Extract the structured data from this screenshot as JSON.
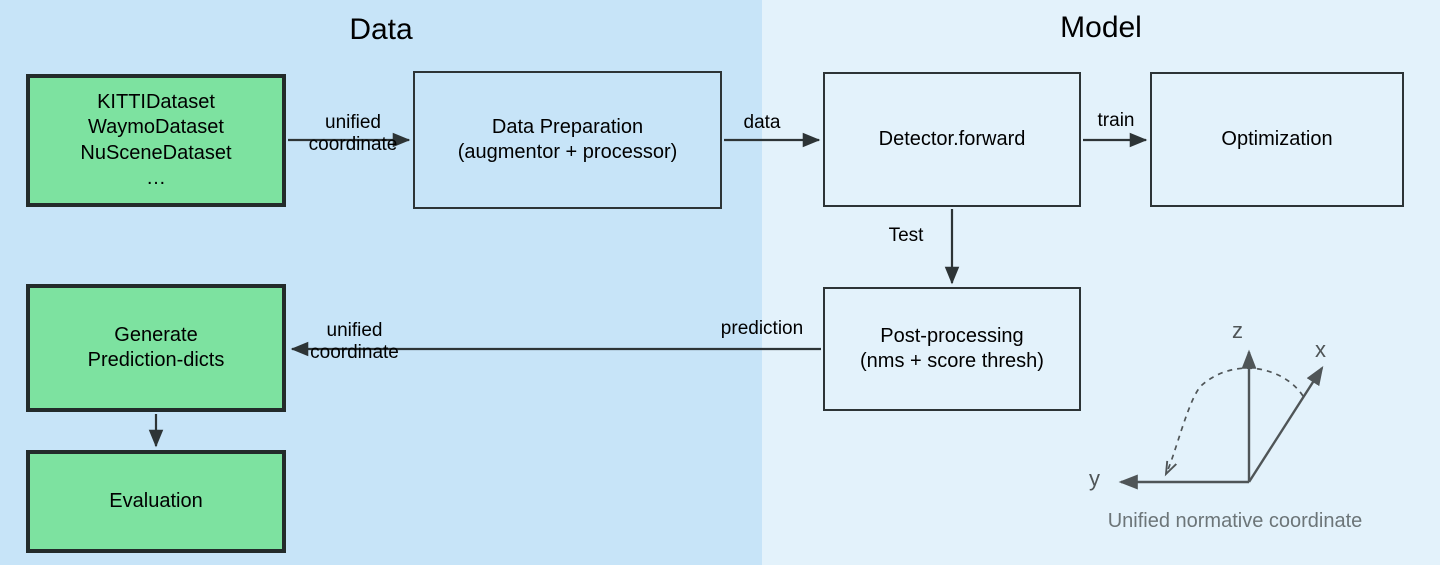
{
  "sections": [
    {
      "id": "data",
      "title": "Data",
      "bg_color": "#c7e4f8"
    },
    {
      "id": "model",
      "title": "Model",
      "bg_color": "#e3f2fb"
    }
  ],
  "nodes": [
    {
      "id": "datasets",
      "label": "KITTIDataset\nWaymoDataset\nNuSceneDataset\n…",
      "style": "green",
      "fill": "#7de2a0",
      "section": "data"
    },
    {
      "id": "data-preparation",
      "label": "Data Preparation\n(augmentor + processor)",
      "style": "plain",
      "section": "data"
    },
    {
      "id": "detector-forward",
      "label": "Detector.forward",
      "style": "plain",
      "section": "model"
    },
    {
      "id": "optimization",
      "label": "Optimization",
      "style": "plain",
      "section": "model"
    },
    {
      "id": "post-processing",
      "label": "Post-processing\n(nms + score thresh)",
      "style": "plain",
      "section": "model"
    },
    {
      "id": "generate-prediction-dicts",
      "label": "Generate\nPrediction-dicts",
      "style": "green",
      "fill": "#7de2a0",
      "section": "data"
    },
    {
      "id": "evaluation",
      "label": "Evaluation",
      "style": "green",
      "fill": "#7de2a0",
      "section": "data"
    }
  ],
  "edges": [
    {
      "id": "datasets-to-dataprep",
      "label": "unified\ncoordinate",
      "from": "datasets",
      "to": "data-preparation"
    },
    {
      "id": "dataprep-to-detector",
      "label": "data",
      "from": "data-preparation",
      "to": "detector-forward"
    },
    {
      "id": "detector-to-optimization",
      "label": "train",
      "from": "detector-forward",
      "to": "optimization"
    },
    {
      "id": "detector-to-postproc",
      "label": "Test",
      "from": "detector-forward",
      "to": "post-processing"
    },
    {
      "id": "postproc-to-generate",
      "label": "prediction",
      "from": "post-processing",
      "to": "generate-prediction-dicts"
    },
    {
      "id": "postproc-to-generate-alt",
      "label": "unified\ncoordinate",
      "from": "post-processing",
      "to": "generate-prediction-dicts"
    },
    {
      "id": "generate-to-evaluation",
      "label": "",
      "from": "generate-prediction-dicts",
      "to": "evaluation"
    }
  ],
  "edge_labels": {
    "unified_top_line1": "unified",
    "unified_top_line2": "coordinate",
    "data": "data",
    "train": "train",
    "test": "Test",
    "prediction": "prediction",
    "unified_bottom_line1": "unified",
    "unified_bottom_line2": "coordinate"
  },
  "coordinate_widget": {
    "caption": "Unified normative coordinate",
    "axes": [
      {
        "name": "z",
        "label": "z",
        "direction": "up"
      },
      {
        "name": "x",
        "label": "x",
        "direction": "up-right"
      },
      {
        "name": "y",
        "label": "y",
        "direction": "left"
      }
    ],
    "arc": "dashed rotation arc from x toward y",
    "color": "#4f5557",
    "caption_color": "#6c7578"
  },
  "colors": {
    "data_background": "#c7e4f8",
    "model_background": "#e3f2fb",
    "green_fill": "#7de2a0",
    "green_border": "#232b2b",
    "plain_border": "#2d3436",
    "edge": "#2d3436",
    "text": "#000000"
  }
}
